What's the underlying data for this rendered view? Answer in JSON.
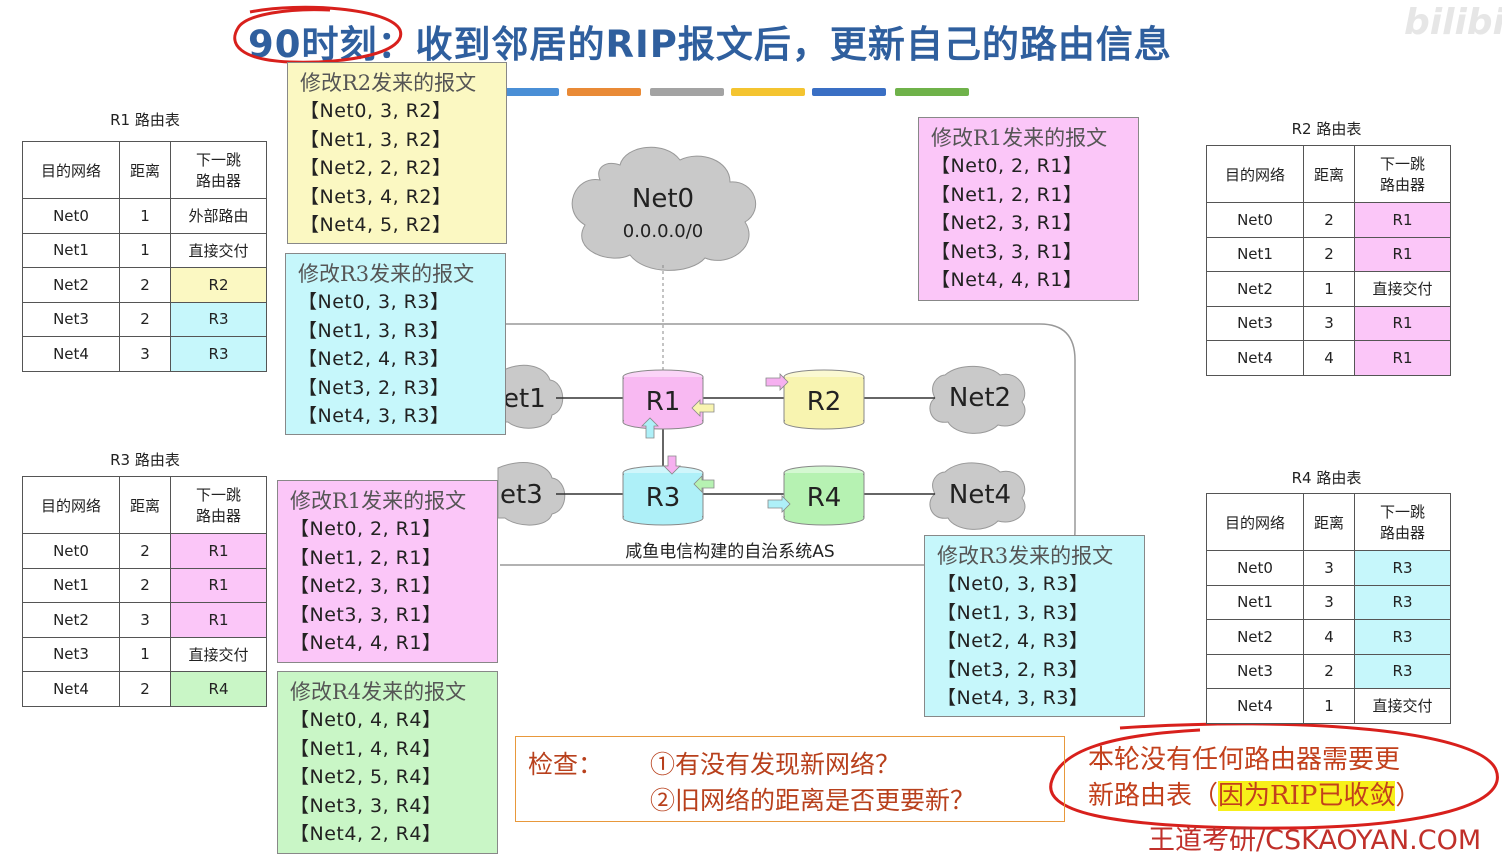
{
  "title": {
    "time": "90时刻：",
    "text": "收到邻居的RIP报文后，更新自己的路由信息"
  },
  "watermark": "bilibili",
  "color_bars": [
    "#4a8fd6",
    "#e98a36",
    "#a3a3a3",
    "#f4c430",
    "#3a6fc4",
    "#6fb24a"
  ],
  "headers": {
    "dest": "目的网络",
    "dist": "距离",
    "next_line1": "下一跳",
    "next_line2": "路由器"
  },
  "tables": {
    "r1": {
      "caption": "R1 路由表",
      "rows": [
        {
          "net": "Net0",
          "dist": "1",
          "next": "外部路由",
          "color": ""
        },
        {
          "net": "Net1",
          "dist": "1",
          "next": "直接交付",
          "color": ""
        },
        {
          "net": "Net2",
          "dist": "2",
          "next": "R2",
          "color": "yl"
        },
        {
          "net": "Net3",
          "dist": "2",
          "next": "R3",
          "color": "cy"
        },
        {
          "net": "Net4",
          "dist": "3",
          "next": "R3",
          "color": "cy"
        }
      ]
    },
    "r2": {
      "caption": "R2 路由表",
      "rows": [
        {
          "net": "Net0",
          "dist": "2",
          "next": "R1",
          "color": "pk"
        },
        {
          "net": "Net1",
          "dist": "2",
          "next": "R1",
          "color": "pk"
        },
        {
          "net": "Net2",
          "dist": "1",
          "next": "直接交付",
          "color": ""
        },
        {
          "net": "Net3",
          "dist": "3",
          "next": "R1",
          "color": "pk"
        },
        {
          "net": "Net4",
          "dist": "4",
          "next": "R1",
          "color": "pk"
        }
      ]
    },
    "r3": {
      "caption": "R3 路由表",
      "rows": [
        {
          "net": "Net0",
          "dist": "2",
          "next": "R1",
          "color": "pk"
        },
        {
          "net": "Net1",
          "dist": "2",
          "next": "R1",
          "color": "pk"
        },
        {
          "net": "Net2",
          "dist": "3",
          "next": "R1",
          "color": "pk"
        },
        {
          "net": "Net3",
          "dist": "1",
          "next": "直接交付",
          "color": ""
        },
        {
          "net": "Net4",
          "dist": "2",
          "next": "R4",
          "color": "gn"
        }
      ]
    },
    "r4": {
      "caption": "R4 路由表",
      "rows": [
        {
          "net": "Net0",
          "dist": "3",
          "next": "R3",
          "color": "cy"
        },
        {
          "net": "Net1",
          "dist": "3",
          "next": "R3",
          "color": "cy"
        },
        {
          "net": "Net2",
          "dist": "4",
          "next": "R3",
          "color": "cy"
        },
        {
          "net": "Net3",
          "dist": "2",
          "next": "R3",
          "color": "cy"
        },
        {
          "net": "Net4",
          "dist": "1",
          "next": "直接交付",
          "color": ""
        }
      ]
    }
  },
  "messages": {
    "r2_msg": {
      "title": "修改R2发来的报文",
      "lines": [
        "【Net0, 3, R2】",
        "【Net1, 3, R2】",
        "【Net2, 2, R2】",
        "【Net3, 4, R2】",
        "【Net4, 5, R2】"
      ]
    },
    "r3_msg_to_r1": {
      "title": "修改R3发来的报文",
      "lines": [
        "【Net0, 3, R3】",
        "【Net1, 3, R3】",
        "【Net2, 4, R3】",
        "【Net3, 2, R3】",
        "【Net4, 3, R3】"
      ]
    },
    "r1_msg_to_r2": {
      "title": "修改R1发来的报文",
      "lines": [
        "【Net0, 2, R1】",
        "【Net1, 2, R1】",
        "【Net2, 3, R1】",
        "【Net3, 3, R1】",
        "【Net4, 4, R1】"
      ]
    },
    "r1_msg_to_r3": {
      "title": "修改R1发来的报文",
      "lines": [
        "【Net0, 2, R1】",
        "【Net1, 2, R1】",
        "【Net2, 3, R1】",
        "【Net3, 3, R1】",
        "【Net4, 4, R1】"
      ]
    },
    "r4_msg": {
      "title": "修改R4发来的报文",
      "lines": [
        "【Net0, 4, R4】",
        "【Net1, 4, R4】",
        "【Net2, 5, R4】",
        "【Net3, 3, R4】",
        "【Net4, 2, R4】"
      ]
    },
    "r3_msg_to_r4": {
      "title": "修改R3发来的报文",
      "lines": [
        "【Net0, 3, R3】",
        "【Net1, 3, R3】",
        "【Net2, 4, R3】",
        "【Net3, 2, R3】",
        "【Net4, 3, R3】"
      ]
    }
  },
  "diagram": {
    "net0_name": "Net0",
    "net0_addr": "0.0.0.0/0",
    "net1_label": "et1",
    "net3_label": "et3",
    "net2_label": "Net2",
    "net4_label": "Net4",
    "r1": "R1",
    "r2": "R2",
    "r3": "R3",
    "r4": "R4",
    "as_label": "咸鱼电信构建的自治系统AS",
    "colors": {
      "r1": "#f8b9f2",
      "r2": "#f8f4b0",
      "r3": "#aef0f8",
      "r4": "#b6f2b2",
      "cloud": "#c9c9c9"
    }
  },
  "check": {
    "label": "检查：",
    "q1": "①有没有发现新网络？",
    "q2": "②旧网络的距离是否更要新？"
  },
  "note": {
    "line1": "本轮没有任何路由器需要更",
    "line2_a": "新路由表（",
    "line2_hl": "因为RIP已收敛",
    "line2_b": "）"
  },
  "footer": "王道考研/CSKAOYAN.COM"
}
